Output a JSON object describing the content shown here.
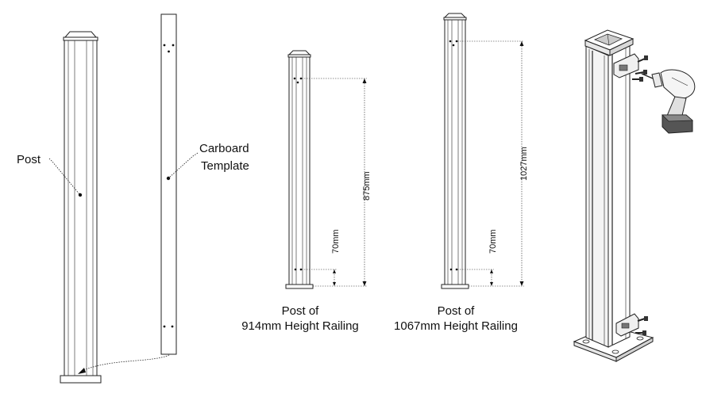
{
  "labels": {
    "post": "Post",
    "template_line1": "Carboard",
    "template_line2": "Template",
    "post914_line1": "Post of",
    "post914_line2": "914mm Height Railing",
    "post1067_line1": "Post of",
    "post1067_line2": "1067mm Height Railing"
  },
  "dimensions": {
    "d875": "875mm",
    "d70a": "70mm",
    "d1027": "1027mm",
    "d70b": "70mm"
  }
}
